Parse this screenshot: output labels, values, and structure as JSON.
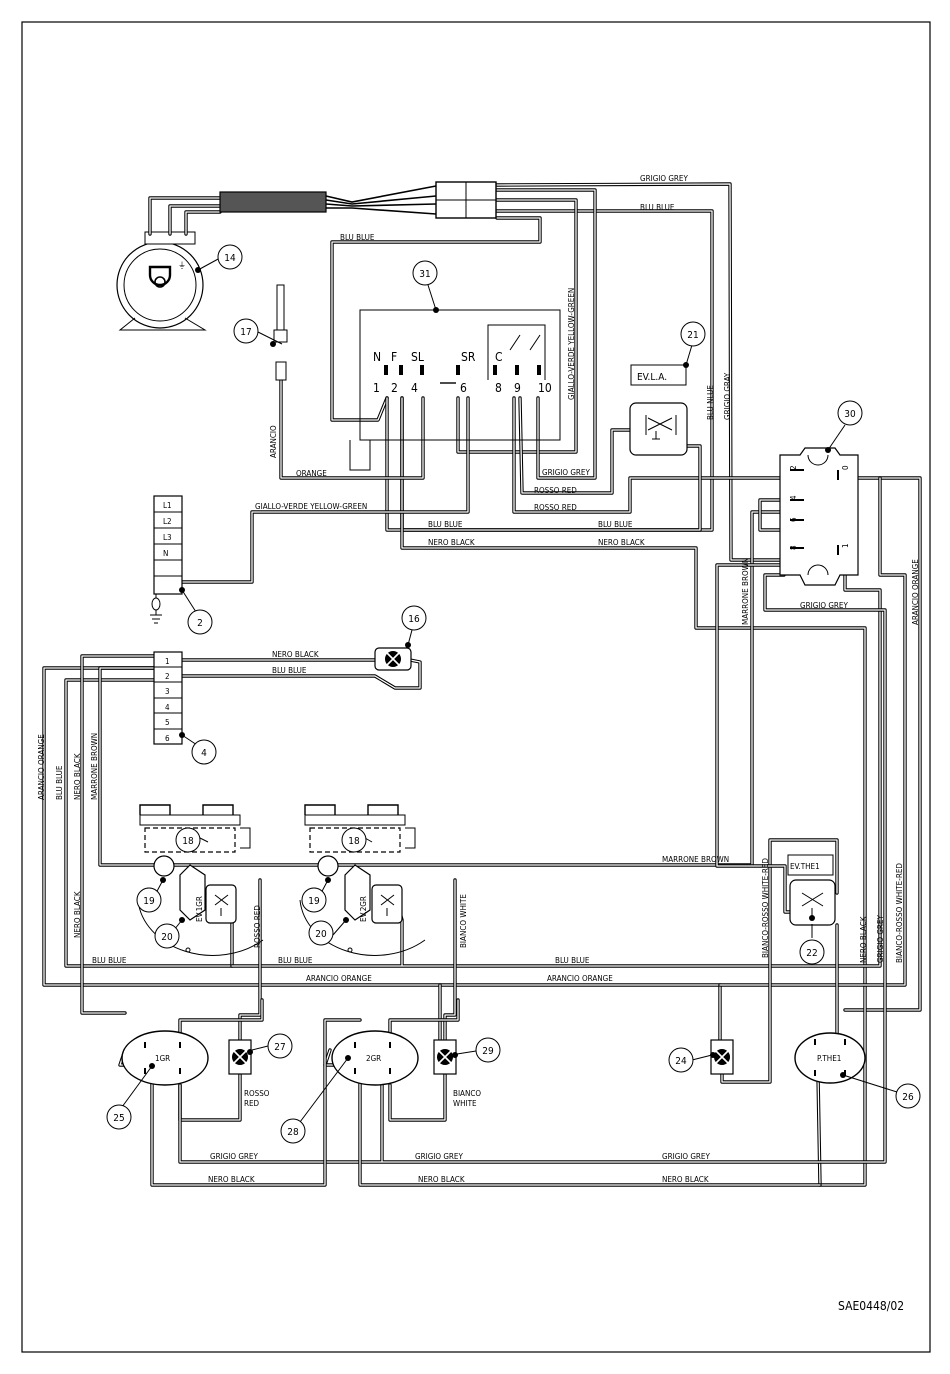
{
  "drawing_code": "SAE0448/02",
  "callouts": [
    "2",
    "4",
    "14",
    "16",
    "17",
    "18",
    "19",
    "20",
    "21",
    "22",
    "24",
    "25",
    "26",
    "27",
    "28",
    "29",
    "30",
    "31"
  ],
  "wire_labels": {
    "grigio_grey": "GRIGIO GREY",
    "blu_blue": "BLU BLUE",
    "blu_nlue": "BLU NLUE",
    "grigio_gray": "GRIGIO GRAY",
    "giallo_verde": "GIALLO-VERDE YELLOW-GREEN",
    "rosso_red": "ROSSO RED",
    "nero_black": "NERO BLACK",
    "orange": "ORANGE",
    "arancio": "ARANCIO",
    "arancio_orange": "ARANCIO ORANGE",
    "marrone_brown": "MARRONE BROWN",
    "bianco_white": "BIANCO WHITE",
    "bianco_rosso": "BIANCO-ROSSO WHITE-RED",
    "rosso": "ROSSO",
    "red": "RED",
    "bianco": "BIANCO",
    "white": "WHITE"
  },
  "thermostat": {
    "top_labels": [
      "N",
      "F",
      "SL",
      "SR",
      "C"
    ],
    "pins": [
      "1",
      "2",
      "4",
      "6",
      "8",
      "9",
      "10"
    ]
  },
  "terminal_block_top": [
    "L1",
    "L2",
    "L3",
    "N",
    "",
    ""
  ],
  "terminal_block_bottom": [
    "1",
    "2",
    "3",
    "4",
    "5",
    "6"
  ],
  "component_tags": {
    "evla": "EV.L.A.",
    "evthe": "EV.THE1",
    "ev1gr": "EV.1GR",
    "ev2gr": "EV.2GR",
    "gr1": "1GR",
    "gr2": "2GR",
    "pthe": "P.THE1"
  },
  "relay_pins": [
    "2",
    "4",
    "6",
    "8",
    "0",
    "1"
  ]
}
